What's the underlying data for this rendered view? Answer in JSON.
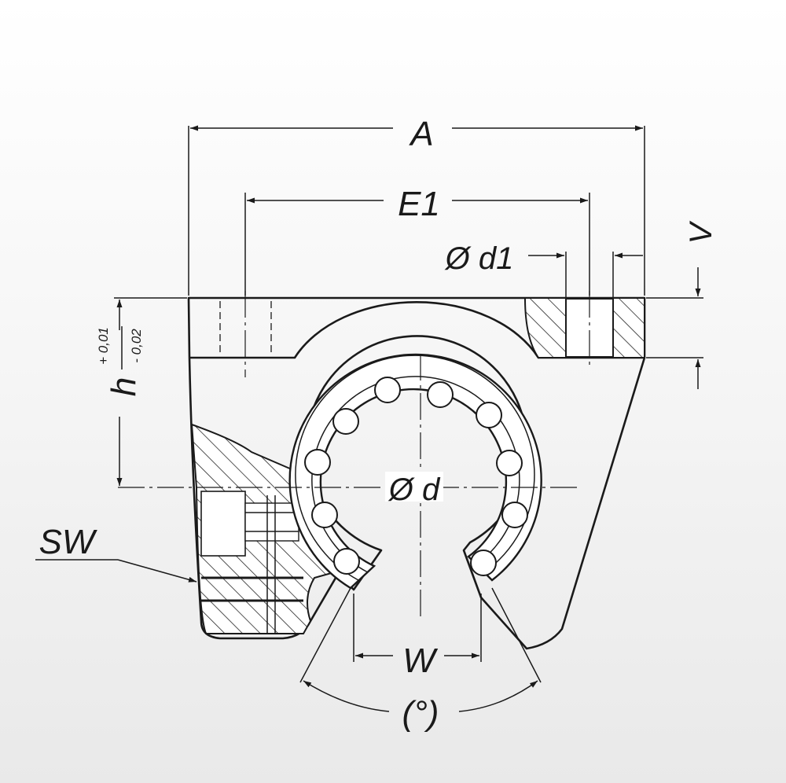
{
  "labels": {
    "A": "A",
    "E1": "E1",
    "d1": "Ø d1",
    "V": "V",
    "h": "h",
    "h_tol_upper": "+ 0,01",
    "h_tol_lower": "- 0,02",
    "d": "Ø d",
    "SW": "SW",
    "W": "W",
    "angle": "(°)"
  }
}
